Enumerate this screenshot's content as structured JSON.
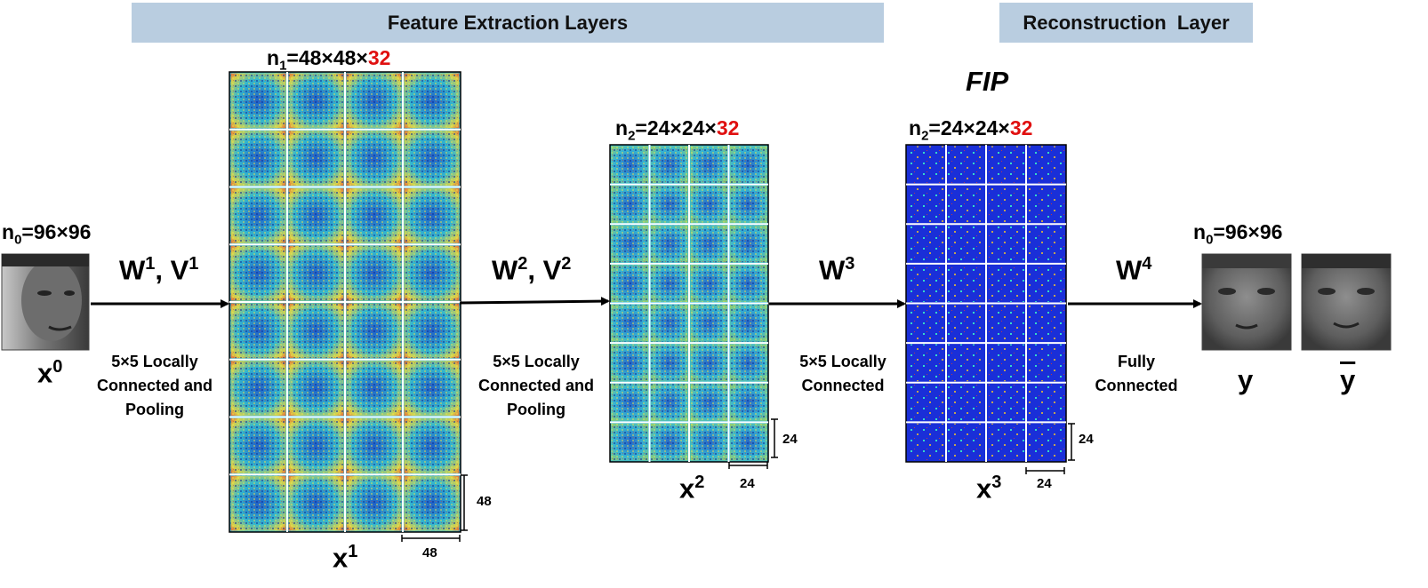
{
  "banners": {
    "feature": "Feature Extraction Layers",
    "reconstruction": "Reconstruction  Layer"
  },
  "fip": "FIP",
  "input": {
    "dims_prefix": "n",
    "dims_sub": "0",
    "dims_value": "=96×96",
    "var": "x",
    "var_sup": "0"
  },
  "layer1": {
    "dims_prefix": "n",
    "dims_sub": "1",
    "dims_value": "=48×48×",
    "dims_count": "32",
    "var": "x",
    "var_sup": "1",
    "scale": "48"
  },
  "layer2": {
    "dims_prefix": "n",
    "dims_sub": "2",
    "dims_value": "=24×24×",
    "dims_count": "32",
    "var": "x",
    "var_sup": "2",
    "scale": "24"
  },
  "layer3": {
    "dims_prefix": "n",
    "dims_sub": "2",
    "dims_value": "=24×24×",
    "dims_count": "32",
    "var": "x",
    "var_sup": "3",
    "scale": "24"
  },
  "output": {
    "dims_prefix": "n",
    "dims_sub": "0",
    "dims_value": "=96×96",
    "y": "y",
    "y_bar": "y"
  },
  "arrows": [
    {
      "weights": "W",
      "sup1": "1",
      "sep": ", V",
      "sup2": "1",
      "caption": [
        "5×5 Locally",
        "Connected and",
        "Pooling"
      ]
    },
    {
      "weights": "W",
      "sup1": "2",
      "sep": ", V",
      "sup2": "2",
      "caption": [
        "5×5 Locally",
        "Connected and",
        "Pooling"
      ]
    },
    {
      "weights": "W",
      "sup1": "3",
      "sep": "",
      "sup2": "",
      "caption": [
        "5×5 Locally",
        "Connected"
      ]
    },
    {
      "weights": "W",
      "sup1": "4",
      "sep": "",
      "sup2": "",
      "caption": [
        "Fully",
        "Connected"
      ]
    }
  ],
  "colors": {
    "banner": "#b9cde0",
    "highlight": "#e01010",
    "feature_map_bg": "#2fb8d8",
    "fip_map_bg": "#1a2fd8"
  }
}
